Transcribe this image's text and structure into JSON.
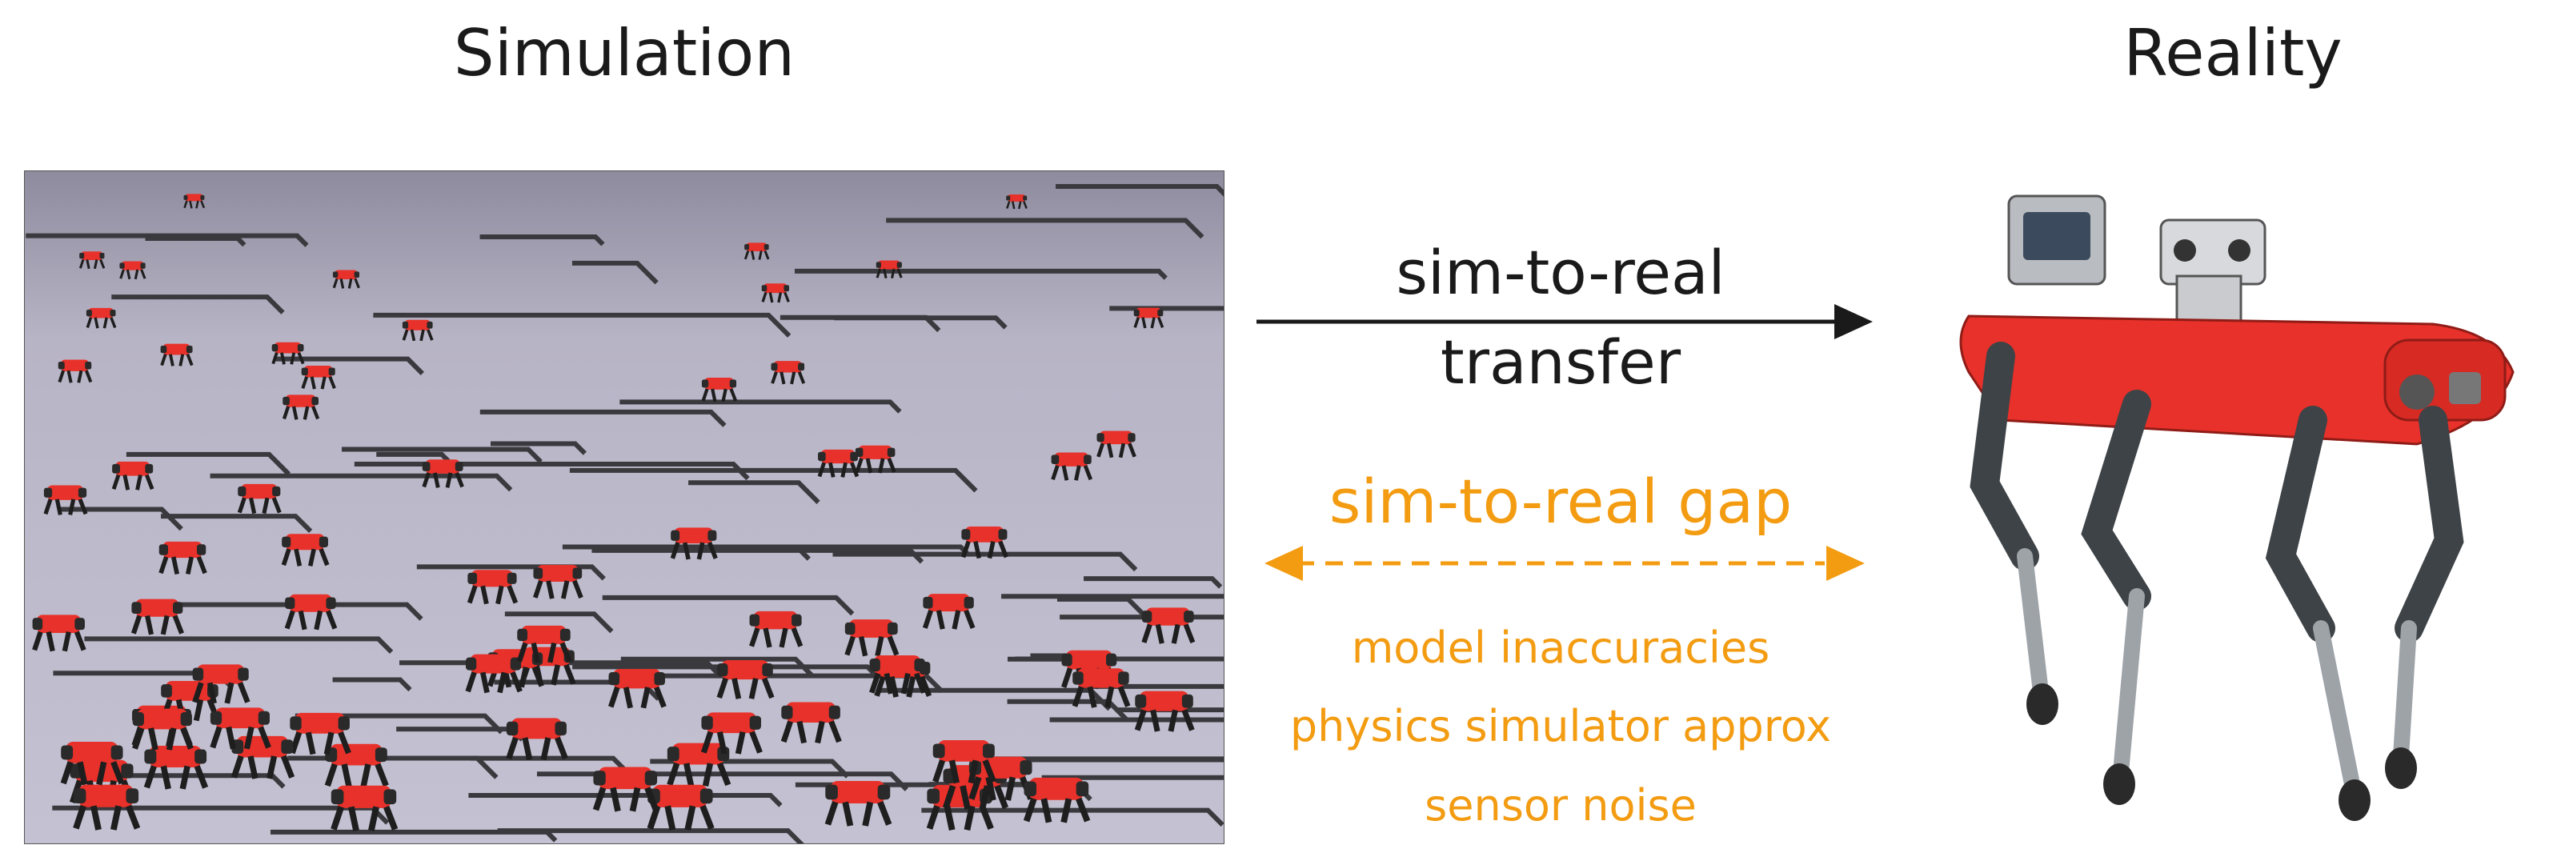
{
  "titles": {
    "left": "Simulation",
    "right": "Reality"
  },
  "transfer": {
    "line1": "sim-to-real",
    "line2": "transfer"
  },
  "gap": {
    "label": "sim-to-real gap",
    "causes": [
      "model inaccuracies",
      "physics simulator approx",
      "sensor noise"
    ]
  },
  "colors": {
    "accent": "#f39c12",
    "robot_red": "#e8312a",
    "terrain": "#b9b7c8",
    "text": "#1a1a1a"
  },
  "images": {
    "simulation": "simulated-robots-terrain-image",
    "reality": "quadruped-robot-photo"
  }
}
